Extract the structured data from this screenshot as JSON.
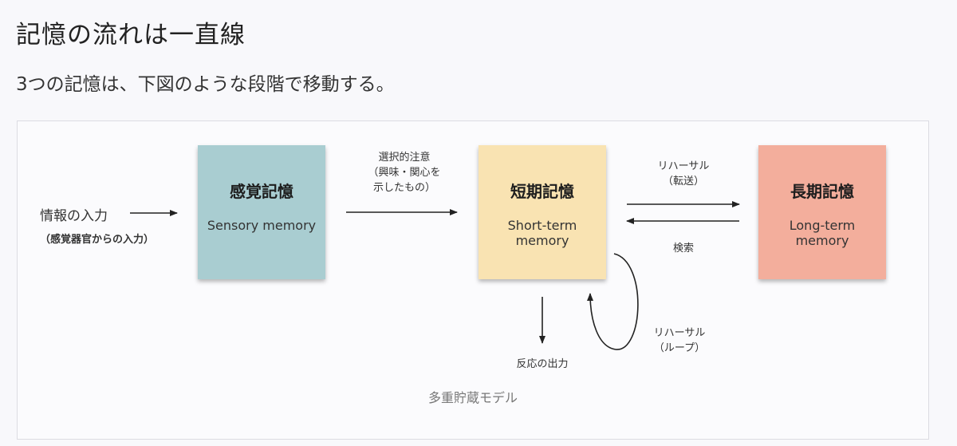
{
  "page": {
    "title": "記憶の流れは一直線",
    "subtitle": "3つの記憶は、下図のような段階で移動する。"
  },
  "diagram": {
    "caption": "多重貯蔵モデル",
    "input": {
      "label": "情報の入力",
      "sublabel": "（感覚器官からの入力）"
    },
    "boxes": {
      "sensory": {
        "ja": "感覚記憶",
        "en": "Sensory memory",
        "color": "#a9cdd1"
      },
      "short_term": {
        "ja": "短期記憶",
        "en": "Short-term memory",
        "color": "#f9e3b2"
      },
      "long_term": {
        "ja": "長期記憶",
        "en": "Long-term memory",
        "color": "#f3ae9c"
      }
    },
    "edges": {
      "attention": [
        "選択的注意",
        "（興味・関心を",
        "示したもの）"
      ],
      "rehearsal_transfer": [
        "リハーサル",
        "（転送）"
      ],
      "retrieval": "検索",
      "rehearsal_loop": [
        "リハーサル",
        "（ループ）"
      ],
      "output": "反応の出力"
    }
  }
}
